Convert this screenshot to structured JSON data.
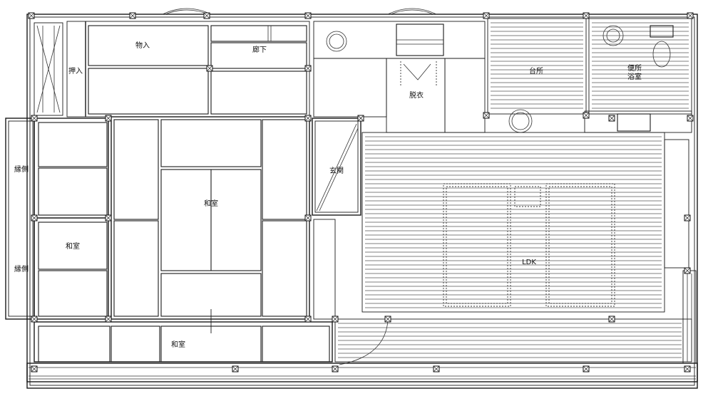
{
  "floorplan": {
    "rooms": {
      "storage_top": "物入",
      "closet_top": "押入",
      "hall_top": "廊下",
      "tsuboniwa": "縁側",
      "washroom": "脱衣",
      "kitchen_upper": "台所",
      "toilet": "便所",
      "toilet_sub": "浴室",
      "mid_left_top": "縁側",
      "mid_left_bottom": "縁側",
      "washitsu_left": "和室",
      "washitsu_center": "和室",
      "entrance": "玄関",
      "ldk": "LDK",
      "washitsu_bottom": "和室"
    }
  }
}
